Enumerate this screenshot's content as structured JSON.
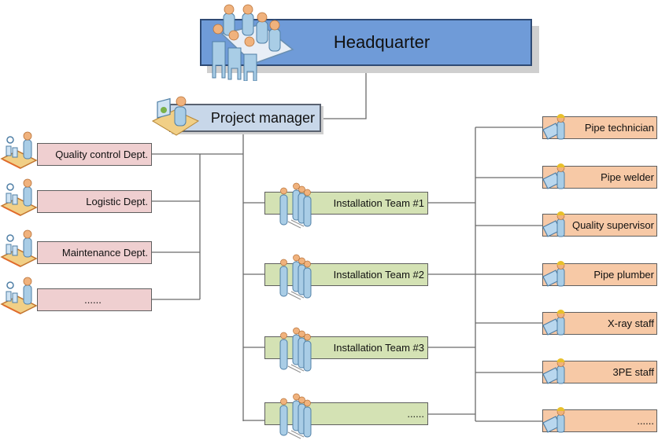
{
  "diagram": {
    "type": "organization-chart",
    "headquarter": {
      "label": "Headquarter",
      "icon": "meeting-group-icon"
    },
    "project_manager": {
      "label": "Project manager",
      "icon": "computer-user-icon"
    },
    "departments": [
      {
        "label": "Quality control Dept.",
        "icon": "assembly-line-worker-icon"
      },
      {
        "label": "Logistic Dept.",
        "icon": "assembly-line-worker-icon"
      },
      {
        "label": "Maintenance Dept.",
        "icon": "assembly-line-worker-icon"
      },
      {
        "label": "......",
        "icon": "assembly-line-worker-icon"
      }
    ],
    "teams": [
      {
        "label": "Installation Team #1",
        "icon": "team-group-icon"
      },
      {
        "label": "Installation Team #2",
        "icon": "team-group-icon"
      },
      {
        "label": "Installation Team #3",
        "icon": "team-group-icon"
      },
      {
        "label": "......",
        "icon": "team-group-icon"
      }
    ],
    "roles": [
      {
        "label": "Pipe technician",
        "icon": "engineer-blueprint-icon"
      },
      {
        "label": "Pipe welder",
        "icon": "engineer-blueprint-icon"
      },
      {
        "label": "Quality supervisor",
        "icon": "engineer-blueprint-icon"
      },
      {
        "label": "Pipe plumber",
        "icon": "engineer-blueprint-icon"
      },
      {
        "label": "X-ray staff",
        "icon": "engineer-blueprint-icon"
      },
      {
        "label": "3PE staff",
        "icon": "engineer-blueprint-icon"
      },
      {
        "label": "......",
        "icon": "engineer-blueprint-icon"
      }
    ],
    "colors": {
      "headquarter": "#6f9bd8",
      "project_manager": "#c8d7e9",
      "department": "#efcfd0",
      "team": "#d4e2b4",
      "role": "#f7c9a6",
      "connector": "#6b6b6b"
    }
  }
}
